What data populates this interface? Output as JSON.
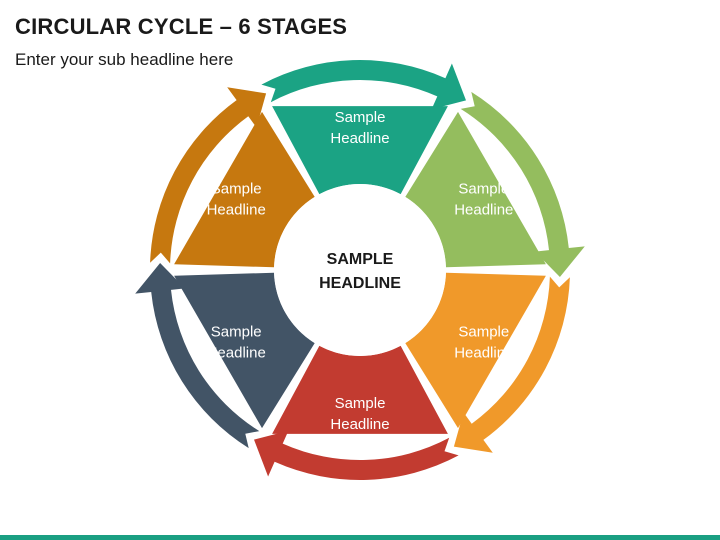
{
  "header": {
    "title": "CIRCULAR CYCLE – 6 STAGES",
    "subtitle": "Enter your sub headline here"
  },
  "center": {
    "line1": "SAMPLE",
    "line2": "HEADLINE"
  },
  "stages": [
    {
      "line1": "Sample",
      "line2": "Headline",
      "color": "#1ba384"
    },
    {
      "line1": "Sample",
      "line2": "Headline",
      "color": "#94bd5e"
    },
    {
      "line1": "Sample",
      "line2": "Headline",
      "color": "#f0992a"
    },
    {
      "line1": "Sample",
      "line2": "Headline",
      "color": "#c23b30"
    },
    {
      "line1": "Sample",
      "line2": "Headline",
      "color": "#425466"
    },
    {
      "line1": "Sample",
      "line2": "Headline",
      "color": "#c6780f"
    }
  ],
  "colors": {
    "footer": "#1a9f82"
  }
}
